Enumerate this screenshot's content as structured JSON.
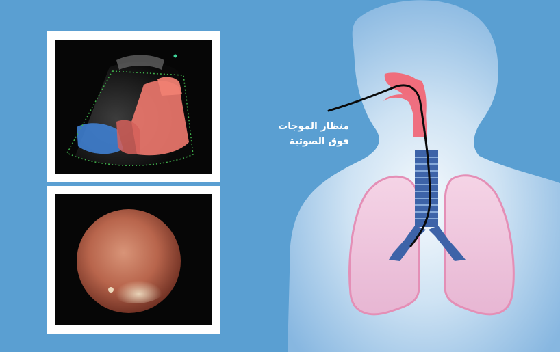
{
  "label": {
    "line1": "منظار الموجات",
    "line2": "فوق الصوتية"
  },
  "colors": {
    "background": "#5a9fd2",
    "frame": "#ffffff",
    "trachea": "#3d63a8",
    "larynx": "#f06d7c",
    "lungs": "#e9aac8",
    "scope_line": "#0a0a0a"
  },
  "icons": [
    "ultrasound-doppler-image",
    "endoscopic-view-image",
    "human-torso-silhouette",
    "lungs-illustration",
    "trachea-illustration",
    "endoscope-line"
  ]
}
